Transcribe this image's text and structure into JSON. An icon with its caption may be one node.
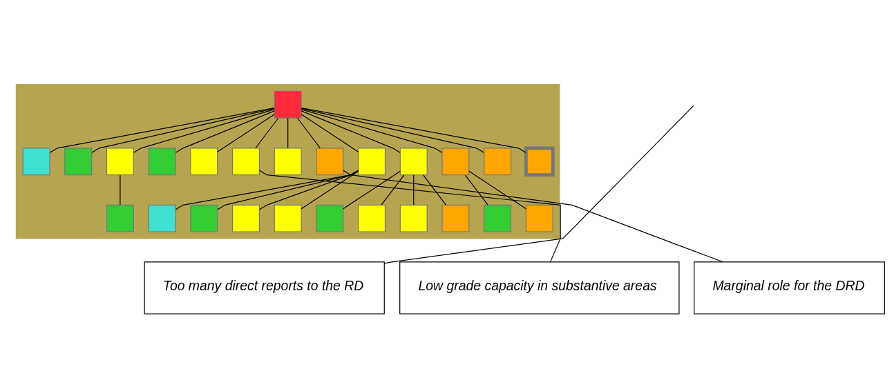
{
  "diagram": {
    "nodes": [
      {
        "text": [],
        "shape": "box"
      },
      {
        "text": [],
        "shape": "box",
        "in": 0
      },
      {
        "text": [],
        "shape": "box",
        "in": 0
      },
      {
        "text": [],
        "shape": "box",
        "in": 0
      },
      {
        "text": [],
        "shape": "box",
        "in": 0
      },
      {
        "text": [],
        "shape": "box",
        "in": 0
      },
      {
        "text": [],
        "shape": "box",
        "in": 0
      },
      {
        "text": [],
        "shape": "box",
        "in": 0
      },
      {
        "text": [],
        "shape": "box",
        "in": 0
      },
      {
        "text": [],
        "shape": "box",
        "in": 0
      },
      {
        "text": [],
        "shape": "box",
        "in": 0
      },
      {
        "text": [],
        "shape": "box",
        "in": 0
      },
      {
        "text": [],
        "shape": "box",
        "in": 0
      },
      {
        "text": [],
        "shape": "box",
        "in": 0
      },
      {
        "text": [],
        "shape": "box",
        "in": 0
      },
      {
        "text": [],
        "shape": "box",
        "in": 0
      },
      {
        "text": [],
        "shape": "box",
        "in": 0
      },
      {
        "text": [],
        "shape": "box",
        "in": 0
      },
      {
        "text": [],
        "shape": "box",
        "in": 0
      },
      {
        "text": [],
        "shape": "box",
        "in": 0
      },
      {
        "text": [],
        "shape": "box",
        "in": 0
      },
      {
        "text": [],
        "shape": "box",
        "in": 0
      },
      {
        "text": [],
        "shape": "box",
        "in": 0
      },
      {
        "text": [],
        "shape": "box",
        "in": 0
      },
      {
        "text": [],
        "shape": "box",
        "in": 0
      },
      {
        "text": [],
        "shape": "box",
        "in": 0
      },
      {
        "text": [
          "Too many direct reports to the RD"
        ]
      },
      {
        "text": [
          "Low grade capacity in substantive areas"
        ]
      },
      {
        "text": [
          "Marginal role for the DRD"
        ]
      }
    ],
    "edges": [
      {
        "from": 1,
        "to": 2,
        "arrow": "none"
      },
      {
        "from": 1,
        "to": 3,
        "arrow": "none"
      },
      {
        "from": 1,
        "to": 4,
        "arrow": "none"
      },
      {
        "from": 1,
        "to": 5,
        "arrow": "none"
      },
      {
        "from": 1,
        "to": 6,
        "arrow": "none"
      },
      {
        "from": 1,
        "to": 7,
        "arrow": "none"
      },
      {
        "from": 1,
        "to": 8,
        "arrow": "none"
      },
      {
        "from": 1,
        "to": 9,
        "arrow": "none"
      },
      {
        "from": 1,
        "to": 10,
        "arrow": "none"
      },
      {
        "from": 1,
        "to": 11,
        "arrow": "none"
      },
      {
        "from": 1,
        "to": 12,
        "arrow": "none"
      },
      {
        "from": 1,
        "to": 13,
        "arrow": "none"
      },
      {
        "from": 1,
        "to": 14,
        "arrow": "none"
      },
      {
        "from": 4,
        "to": 15,
        "arrow": "none"
      },
      {
        "from": 10,
        "to": 16,
        "arrow": "none"
      },
      {
        "from": 10,
        "to": 17,
        "arrow": "none"
      },
      {
        "from": 10,
        "to": 18,
        "arrow": "none"
      },
      {
        "from": 10,
        "to": 19,
        "arrow": "none"
      },
      {
        "from": 11,
        "to": 20,
        "arrow": "none"
      },
      {
        "from": 11,
        "to": 21,
        "arrow": "none"
      },
      {
        "from": 11,
        "to": 22,
        "arrow": "none"
      },
      {
        "from": 11,
        "to": 23,
        "arrow": "none"
      },
      {
        "from": 12,
        "to": 24,
        "arrow": "none"
      },
      {
        "from": 12,
        "to": 25,
        "arrow": "none"
      },
      {
        "from": 26,
        "to": null,
        "arrow": "none"
      },
      {
        "from": 27,
        "to": 7,
        "arrow": "none"
      },
      {
        "from": 28,
        "to": 9,
        "arrow": "none"
      }
    ]
  }
}
